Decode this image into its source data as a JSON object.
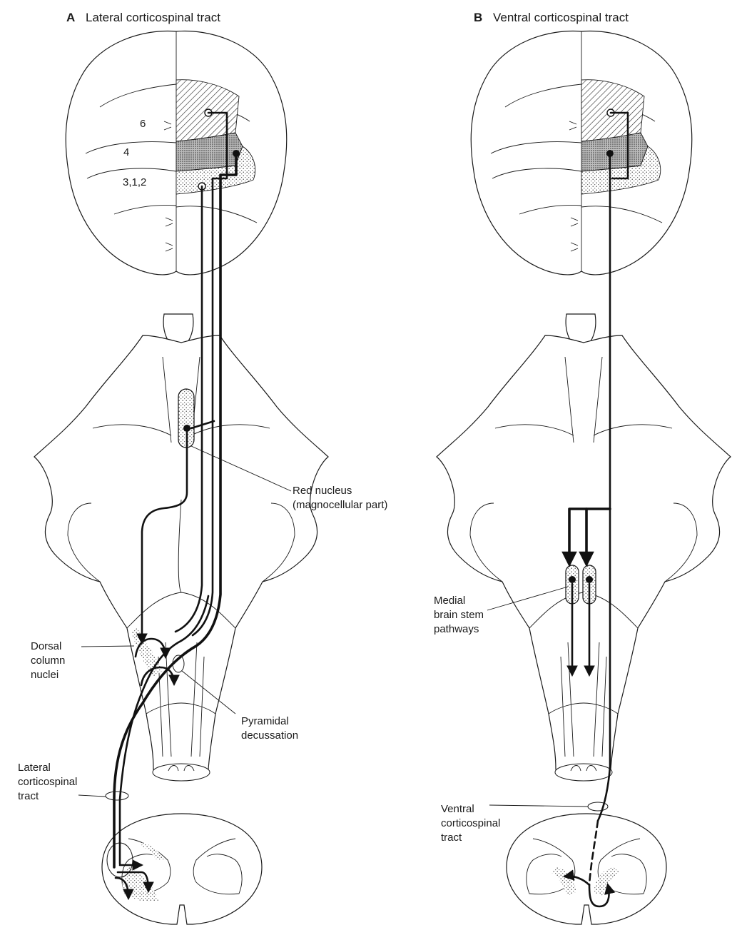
{
  "panels": {
    "a": {
      "letter": "A",
      "title": "Lateral corticospinal tract"
    },
    "b": {
      "letter": "B",
      "title": "Ventral corticospinal tract"
    }
  },
  "cortex_areas": {
    "area6": "6",
    "area4": "4",
    "area312": "3,1,2"
  },
  "labels": {
    "red_nucleus_1": "Red nucleus",
    "red_nucleus_2": "(magnocellular part)",
    "dorsal_1": "Dorsal",
    "dorsal_2": "column",
    "dorsal_3": "nuclei",
    "pyramidal_1": "Pyramidal",
    "pyramidal_2": "decussation",
    "lateral_1": "Lateral",
    "lateral_2": "corticospinal",
    "lateral_3": "tract",
    "medial_1": "Medial",
    "medial_2": "brain stem",
    "medial_3": "pathways",
    "ventral_1": "Ventral",
    "ventral_2": "corticospinal",
    "ventral_3": "tract"
  }
}
